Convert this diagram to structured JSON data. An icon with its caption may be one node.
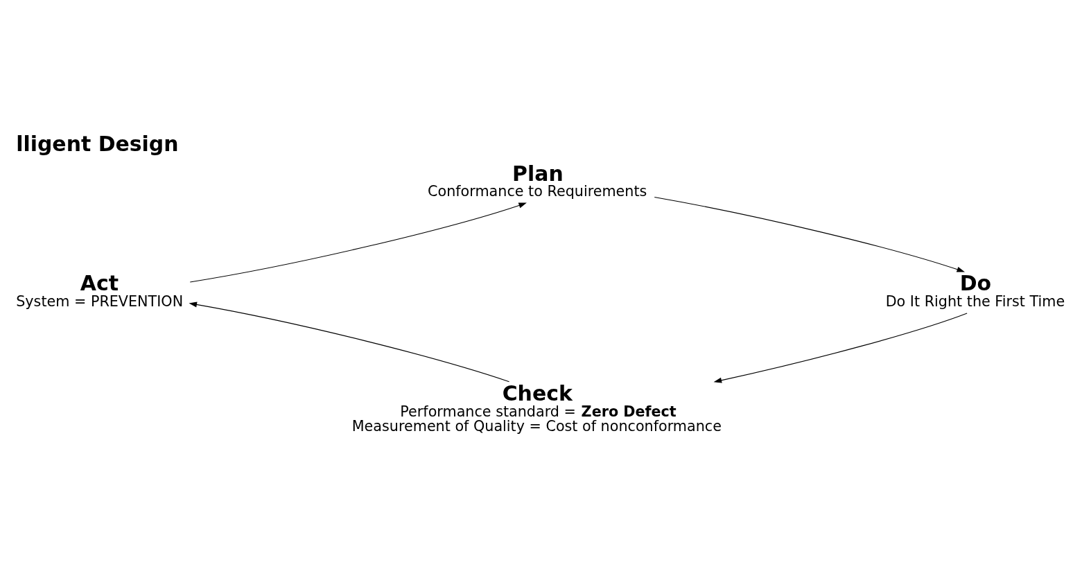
{
  "diagram": {
    "title": "lligent Design",
    "nodes": [
      {
        "text": [
          "Plan",
          "Conformance to Requirements"
        ]
      },
      {
        "text": [
          "Act",
          "System = PREVENTION"
        ]
      },
      {
        "text": [
          "Do",
          "Do It Right the First Time"
        ]
      },
      {
        "text": [
          "Check",
          "Performance standard = **Zero Defect**",
          "Measurement of Quality = Cost of nonconformance"
        ]
      }
    ],
    "edges": [
      {
        "from": 1,
        "to": 0,
        "arrow": "to"
      },
      {
        "from": 0,
        "to": 2,
        "arrow": "to"
      },
      {
        "from": 2,
        "to": 3,
        "arrow": "to"
      },
      {
        "from": 3,
        "to": 1,
        "arrow": "to"
      }
    ]
  }
}
